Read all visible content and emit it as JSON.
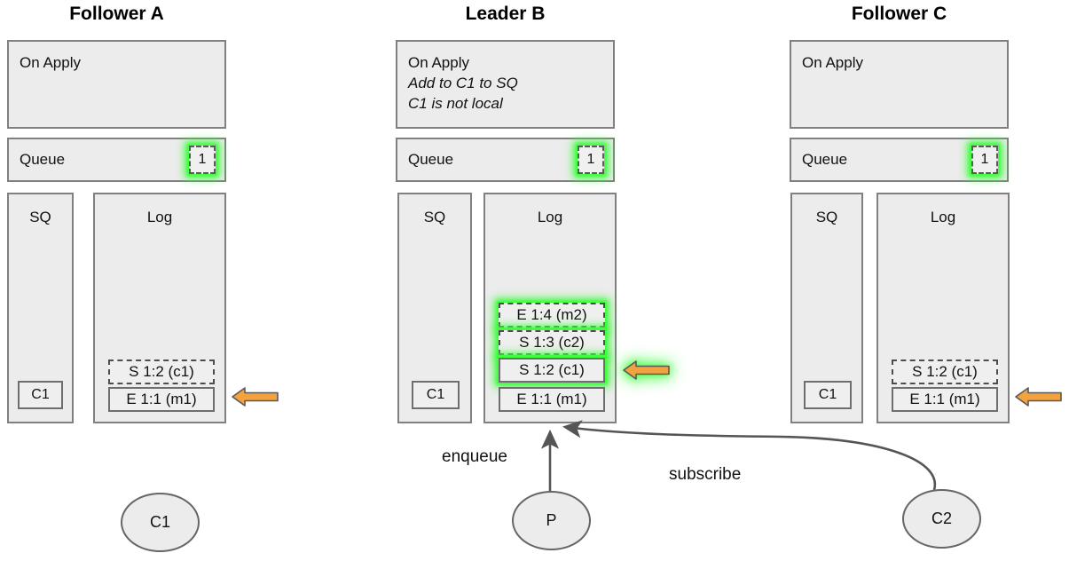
{
  "diagram": {
    "title_style": "raft-replication-state-machine",
    "colors": {
      "box_fill": "#ececec",
      "box_stroke": "#808080",
      "entry_fill": "#efefef",
      "entry_stroke": "#6e6e6e",
      "highlight_glow": "#45ff45",
      "arrow_fill": "#f2a33f",
      "arrow_stroke": "#595959",
      "edge_stroke": "#555555",
      "text": "#111111"
    }
  },
  "panels": [
    {
      "id": "follower-a",
      "title": "Follower A",
      "on_apply": {
        "heading": "On Apply",
        "notes": []
      },
      "queue": {
        "label": "Queue",
        "badge": "1",
        "badge_highlight": true
      },
      "sq": {
        "label": "SQ",
        "items": [
          "C1"
        ]
      },
      "log": {
        "label": "Log",
        "entries": [
          {
            "text": "S 1:2 (c1)",
            "style": "dashed",
            "highlight": false
          },
          {
            "text": "E 1:1 (m1)",
            "style": "solid",
            "highlight": false
          }
        ]
      },
      "commit_arrow": {
        "target": "E 1:1 (m1)",
        "highlight": false
      }
    },
    {
      "id": "leader-b",
      "title": "Leader B",
      "on_apply": {
        "heading": "On Apply",
        "notes": [
          "Add to C1 to SQ",
          "C1 is not local"
        ]
      },
      "queue": {
        "label": "Queue",
        "badge": "1",
        "badge_highlight": true
      },
      "sq": {
        "label": "SQ",
        "items": [
          "C1"
        ]
      },
      "log": {
        "label": "Log",
        "entries": [
          {
            "text": "E 1:4 (m2)",
            "style": "dashed",
            "highlight": true
          },
          {
            "text": "S 1:3 (c2)",
            "style": "dashed",
            "highlight": true
          },
          {
            "text": "S 1:2 (c1)",
            "style": "solid",
            "highlight": true
          },
          {
            "text": "E 1:1 (m1)",
            "style": "solid",
            "highlight": false
          }
        ]
      },
      "commit_arrow": {
        "target": "S 1:2 (c1)",
        "highlight": true
      }
    },
    {
      "id": "follower-c",
      "title": "Follower C",
      "on_apply": {
        "heading": "On Apply",
        "notes": []
      },
      "queue": {
        "label": "Queue",
        "badge": "1",
        "badge_highlight": true
      },
      "sq": {
        "label": "SQ",
        "items": [
          "C1"
        ]
      },
      "log": {
        "label": "Log",
        "entries": [
          {
            "text": "S 1:2 (c1)",
            "style": "dashed",
            "highlight": false
          },
          {
            "text": "E 1:1 (m1)",
            "style": "solid",
            "highlight": false
          }
        ]
      },
      "commit_arrow": {
        "target": "E 1:1 (m1)",
        "highlight": false
      }
    }
  ],
  "clients": [
    {
      "id": "c1",
      "label": "C1"
    },
    {
      "id": "p",
      "label": "P"
    },
    {
      "id": "c2",
      "label": "C2"
    }
  ],
  "edges": [
    {
      "id": "enqueue",
      "label": "enqueue",
      "from": "P",
      "to": "leader-b-log",
      "shape": "straight"
    },
    {
      "id": "subscribe",
      "label": "subscribe",
      "from": "C2",
      "to": "leader-b-log",
      "shape": "curve"
    }
  ]
}
